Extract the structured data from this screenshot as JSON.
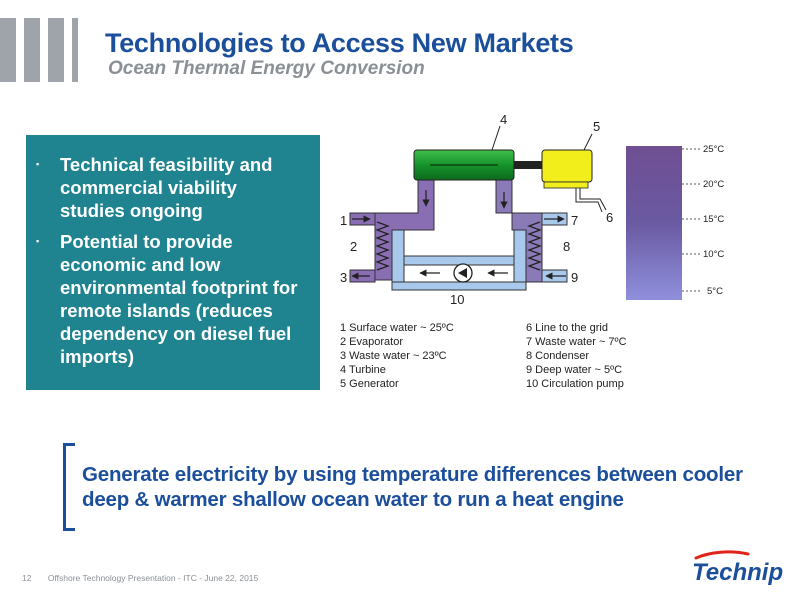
{
  "header": {
    "title": "Technologies to Access New Markets",
    "subtitle": "Ocean Thermal Energy Conversion"
  },
  "bullets": [
    {
      "marker": "▪",
      "text": "Technical feasibility and commercial viability studies ongoing"
    },
    {
      "marker": "▪",
      "text": "Potential to provide economic and low environmental footprint for remote islands (reduces dependency on diesel fuel imports)"
    }
  ],
  "diagram": {
    "numbers": {
      "n1": "1",
      "n2": "2",
      "n3": "3",
      "n4": "4",
      "n5": "5",
      "n6": "6",
      "n7": "7",
      "n8": "8",
      "n9": "9",
      "n10": "10"
    },
    "legend_left": [
      "1 Surface water ~ 25ºC",
      "2 Evaporator",
      "3 Waste water ~ 23ºC",
      "4 Turbine",
      "5 Generator"
    ],
    "legend_right": [
      "6  Line to the grid",
      "7 Waste water ~ 7ºC",
      "8 Condenser",
      "9 Deep water ~ 5ºC",
      "10 Circulation pump"
    ],
    "temperature_scale": [
      "25°C",
      "20°C",
      "15°C",
      "10°C",
      "5°C"
    ],
    "colors": {
      "warm_water": "#8a6eb4",
      "cold_water": "#a8c8ec",
      "turbine": "#1f9a34",
      "generator": "#f2ee1c"
    }
  },
  "callout": "Generate electricity by using temperature differences between cooler deep & warmer shallow ocean water to run a heat engine",
  "footer": {
    "page_number": "12",
    "text": "Offshore Technology Presentation - ITC - June 22, 2015"
  },
  "logo": {
    "text": "Technip",
    "colors": {
      "blue": "#1b4f9c",
      "red": "#e2231a"
    }
  },
  "colors": {
    "accent": "#1b4f9c",
    "panel": "#1f8390",
    "bars": "#9ea4aa"
  }
}
